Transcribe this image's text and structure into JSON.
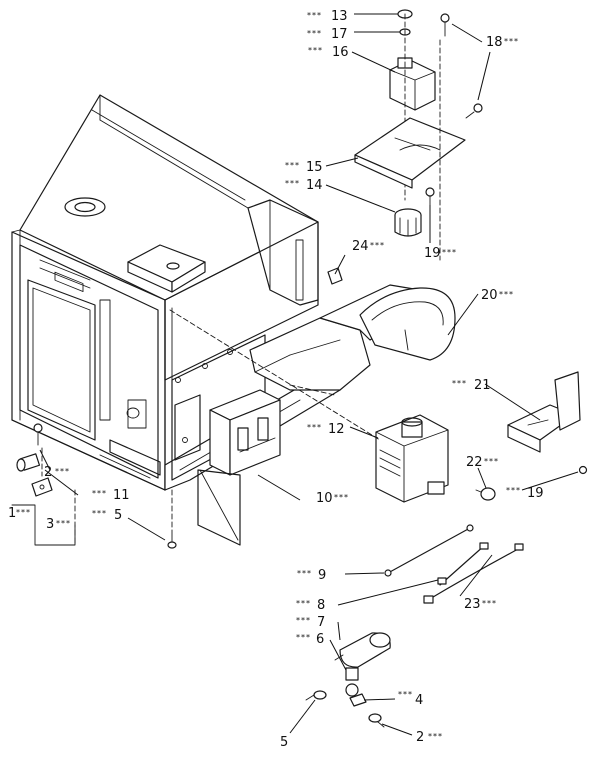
{
  "labels": {
    "p1": "1",
    "p2a": "2",
    "p2b": "2",
    "p3": "3",
    "p4": "4",
    "p5a": "5",
    "p5b": "5",
    "p6": "6",
    "p7": "7",
    "p8": "8",
    "p9": "9",
    "p10": "10",
    "p11": "11",
    "p12": "12",
    "p13": "13",
    "p14": "14",
    "p15": "15",
    "p16": "16",
    "p17": "17",
    "p18": "18",
    "p19a": "19",
    "p19b": "19",
    "p20": "20",
    "p21": "21",
    "p22": "22",
    "p23": "23",
    "p24": "24"
  },
  "marker": "***"
}
